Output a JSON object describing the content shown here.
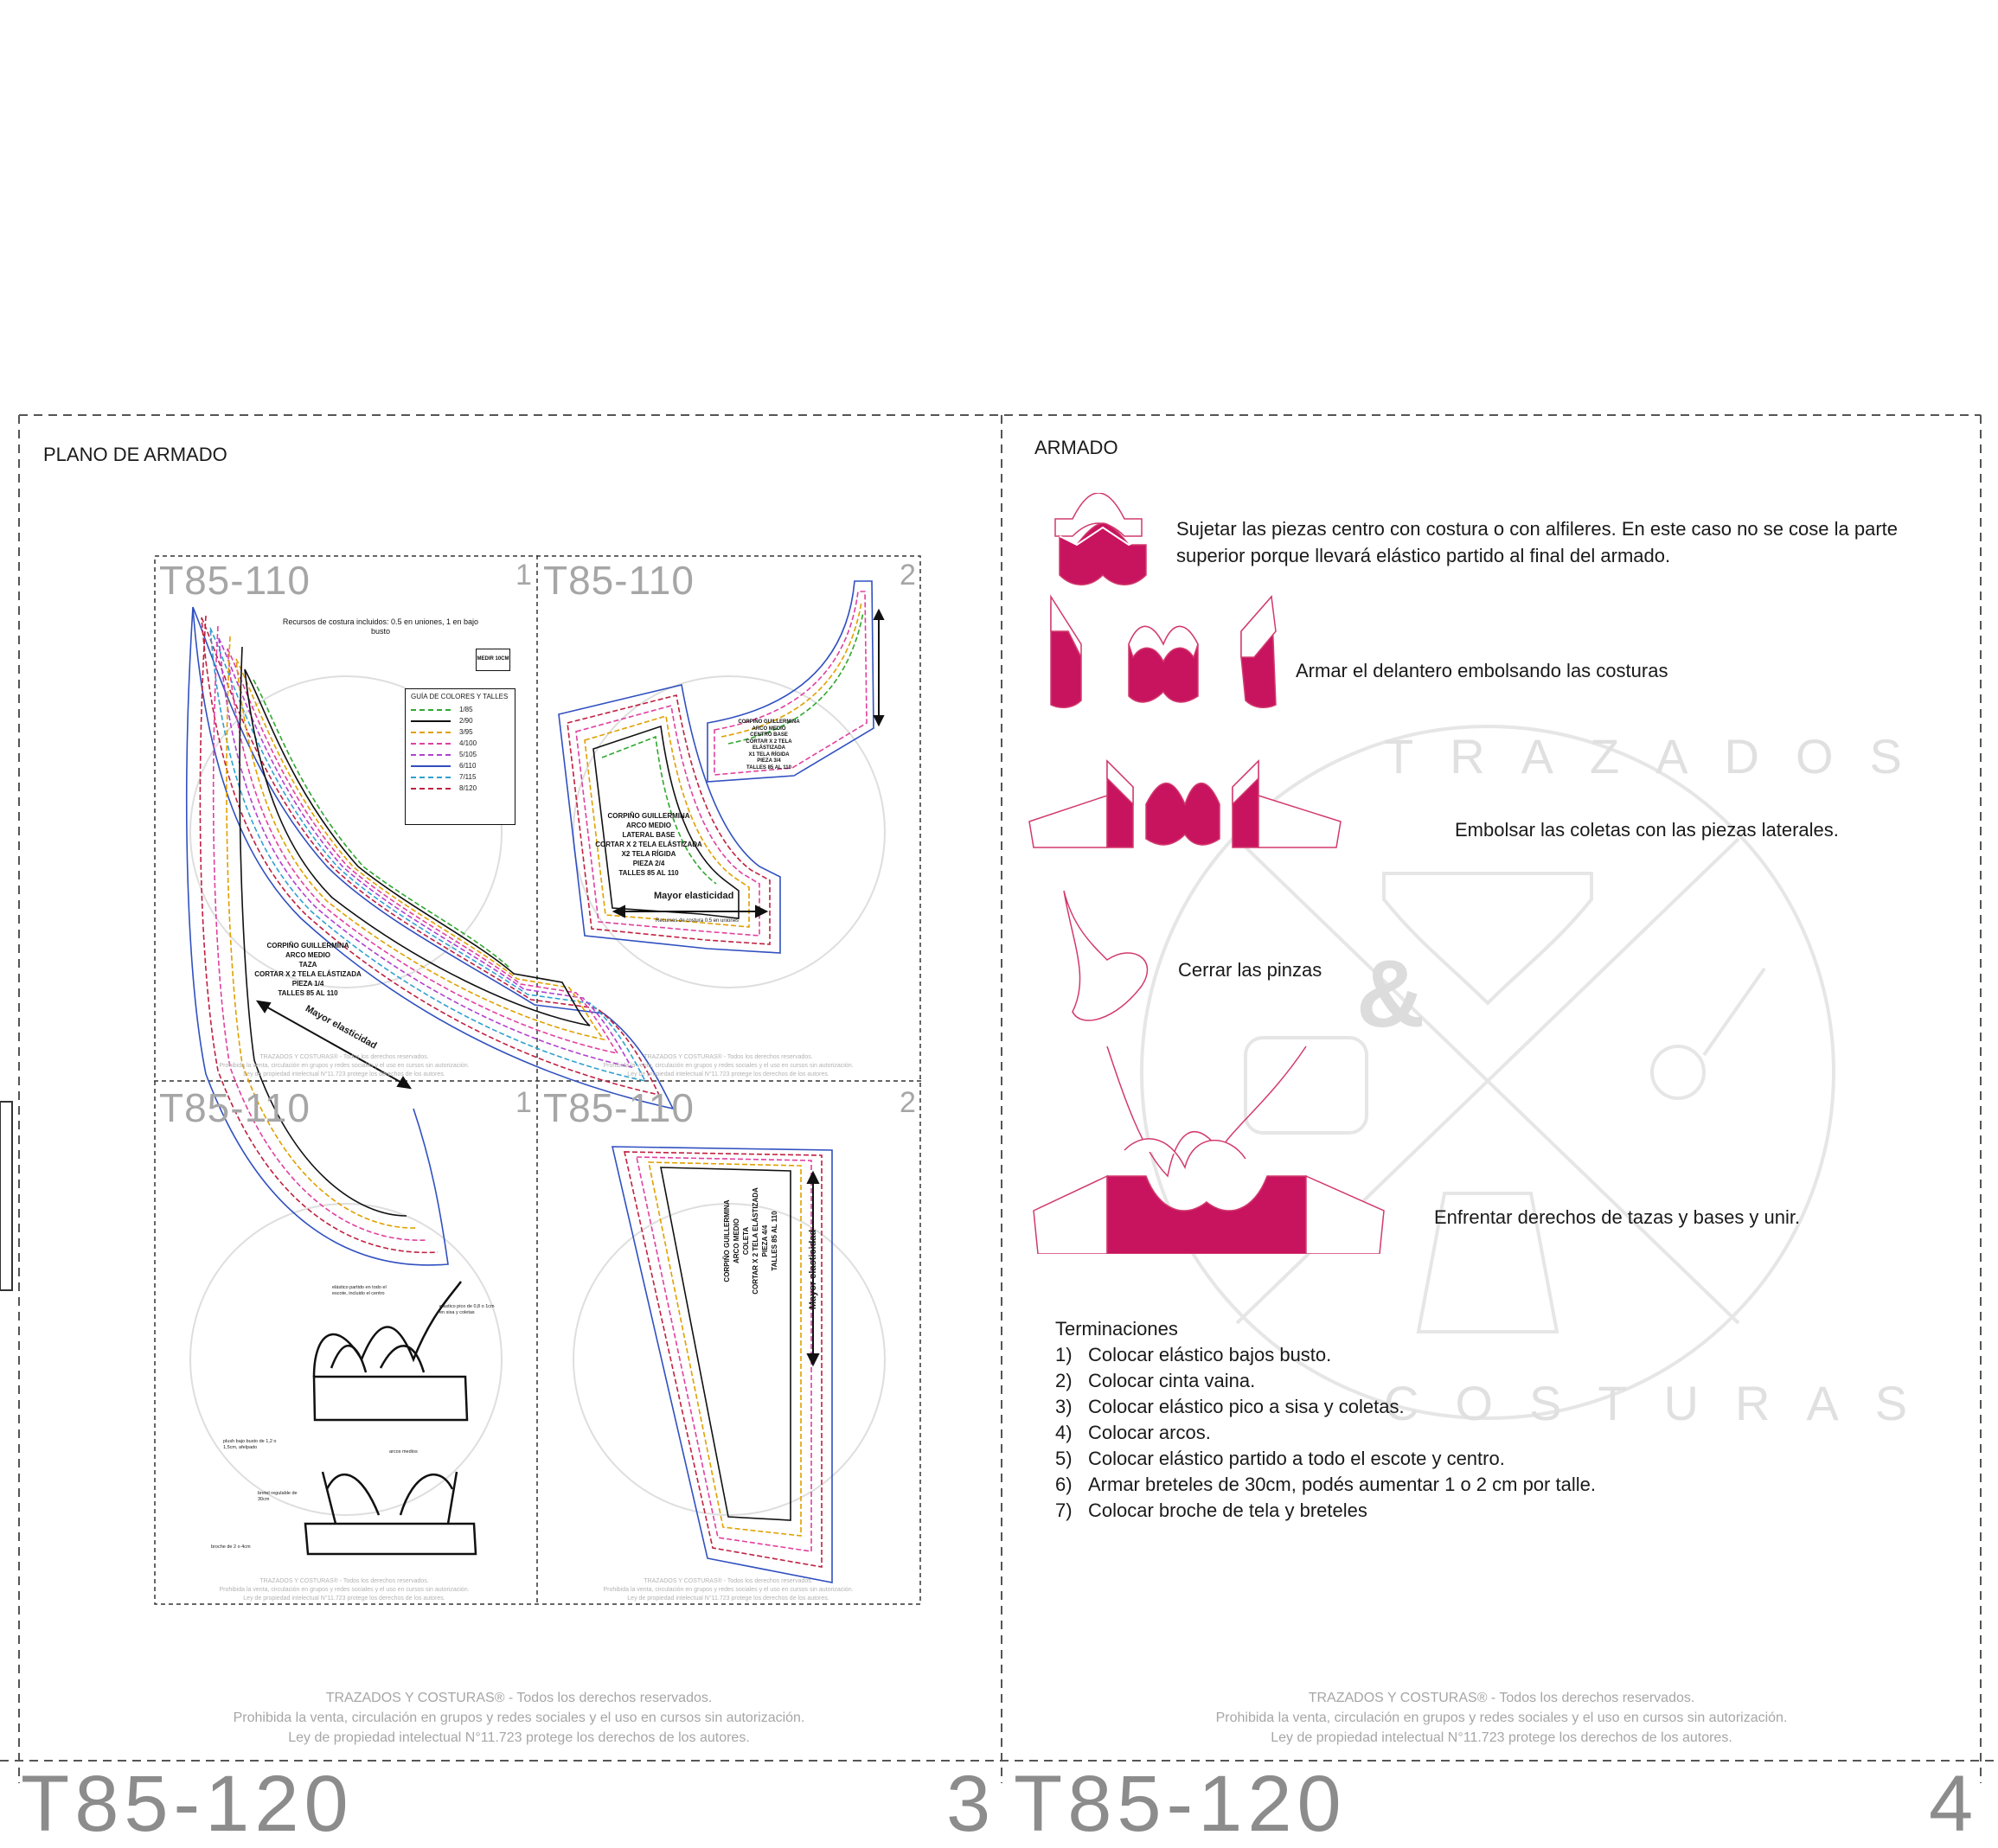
{
  "left_panel": {
    "title": "PLANO DE ARMADO",
    "tiles": [
      {
        "code": "T85-110",
        "number": "1"
      },
      {
        "code": "T85-110",
        "number": "2"
      },
      {
        "code": "T85-110",
        "number": "1"
      },
      {
        "code": "T85-110",
        "number": "2"
      }
    ],
    "seam_note": "Recursos de costura incluidos: 0.5 en uniones,  1 en bajo busto",
    "medir_box": "MEDIR 10CM",
    "legend": {
      "title": "GUÍA DE COLORES Y TALLES",
      "items": [
        {
          "label": "1/85",
          "color": "#2fa82f"
        },
        {
          "label": "2/90",
          "color": "#111111"
        },
        {
          "label": "3/95",
          "color": "#e0a000"
        },
        {
          "label": "4/100",
          "color": "#e040a0"
        },
        {
          "label": "5/105",
          "color": "#b040d0"
        },
        {
          "label": "6/110",
          "color": "#3050c0"
        },
        {
          "label": "7/115",
          "color": "#30a0d0"
        },
        {
          "label": "8/120",
          "color": "#c02040"
        }
      ]
    },
    "piece_taza": [
      "CORPIÑO GUILLERMINA",
      "ARCO MEDIO",
      "TAZA",
      "CORTAR X 2 TELA ELÁSTIZADA",
      "PIEZA 1/4",
      "TALLES 85 AL 110"
    ],
    "piece_lateral": [
      "CORPIÑO GUILLERMINA",
      "ARCO MEDIO",
      "LATERAL BASE",
      "CORTAR X 2 TELA ELÁSTIZADA",
      "X2 TELA RÍGIDA",
      "PIEZA 2/4",
      "TALLES 85 AL 110"
    ],
    "piece_centro": [
      "CORPIÑO GUILLERMINA",
      "ARCO MEDIO",
      "CENTRO BASE",
      "CORTAR X 2 TELA ELÁSTIZADA",
      "X1 TELA RÍGIDA",
      "PIEZA 3/4",
      "TALLES 85 AL 110"
    ],
    "piece_coleta": [
      "CORPIÑO GUILLERMINA",
      "ARCO MEDIO",
      "COLETA",
      "CORTAR X 2 TELA ELÁSTIZADA",
      "PIEZA 4/4",
      "TALLES 85 AL 110"
    ],
    "elasticity": "Mayor elasticidad",
    "seam_small": "Recursos de costura 0.5 en uniones",
    "tile_legal": [
      "TRAZADOS Y COSTURAS® - Todos los derechos reservados.",
      "Prohibida la venta, circulación en grupos y redes sociales y el uso en cursos sin autorización.",
      "Ley de propiedad intelectual N°11.723 protege los derechos de los autores."
    ],
    "bra_notes": [
      "elástico partido en todo el escote, incluido el centro",
      "elástico pico de 0,8 o 1cm en sisa y coletas",
      "plush bajo busto de 1,2 o 1,5cm, afelpado",
      "arcos medios",
      "bretel regulable de 30cm",
      "broche de 2 o 4cm"
    ],
    "legal": [
      "TRAZADOS Y COSTURAS® - Todos los derechos reservados.",
      "Prohibida la venta, circulación en grupos y redes sociales y el uso en cursos sin autorización.",
      "Ley de propiedad intelectual N°11.723 protege los derechos de los autores."
    ]
  },
  "right_panel": {
    "title": "ARMADO",
    "steps": [
      "Sujetar las piezas centro con costura o con alfileres. En este caso no se cose la parte superior porque llevará elástico partido al final del armado.",
      "Armar el delantero embolsando las costuras",
      "Embolsar las coletas con las piezas laterales.",
      "Cerrar las pinzas",
      "Enfrentar derechos  de tazas y bases y unir."
    ],
    "terminaciones_title": "Terminaciones",
    "terminaciones": [
      {
        "n": "1)",
        "text": "Colocar elástico  bajos busto."
      },
      {
        "n": "2)",
        "text": "Colocar cinta vaina."
      },
      {
        "n": "3)",
        "text": "Colocar elástico pico a sisa y coletas."
      },
      {
        "n": "4)",
        "text": "Colocar arcos."
      },
      {
        "n": "5)",
        "text": "Colocar elástico partido a todo el escote y centro."
      },
      {
        "n": "6)",
        "text": "Armar breteles de 30cm, podés aumentar 1 o 2 cm por talle."
      },
      {
        "n": "7)",
        "text": "Colocar broche de tela y breteles"
      }
    ],
    "legal": [
      "TRAZADOS Y COSTURAS® - Todos los derechos reservados.",
      "Prohibida la venta, circulación en grupos y redes sociales y el uso en cursos sin autorización.",
      "Ley de propiedad intelectual N°11.723 protege los derechos de los autores."
    ]
  },
  "watermark": {
    "top_word": "TRAZADOS",
    "bottom_word": "COSTURAS",
    "ampersand": "&"
  },
  "bottom_strip": {
    "left_code": "T85-120",
    "left_number": "3",
    "right_code": "T85-120",
    "right_number": "4"
  },
  "colors": {
    "magenta": "#c8145f",
    "pink_outline": "#d23a6e",
    "gray_text": "#a6a6a6",
    "dash": "#555555"
  }
}
